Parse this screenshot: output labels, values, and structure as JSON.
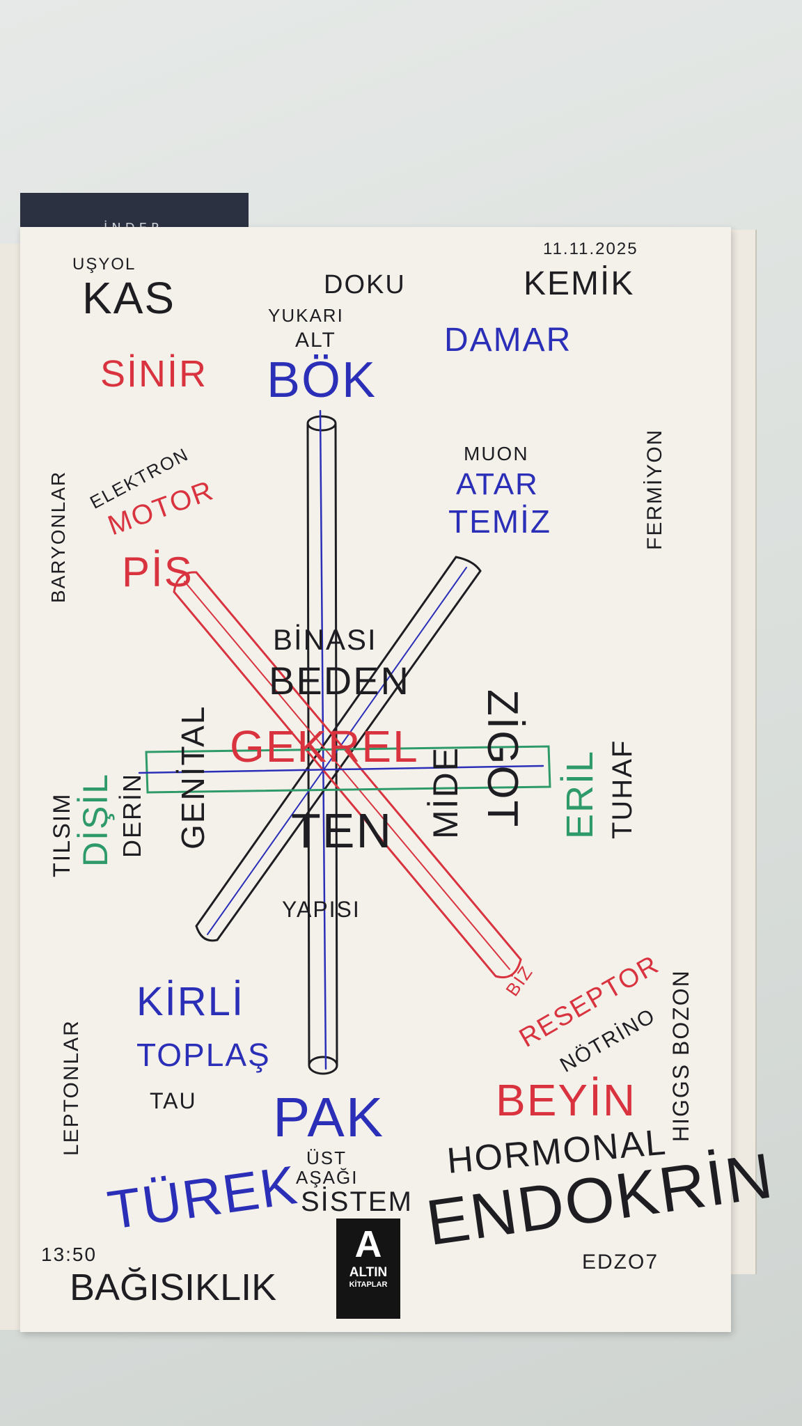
{
  "bookmark_text": "İNDER",
  "date": "11.11.2025",
  "time": "13:50",
  "words": {
    "usyol": "UŞYOL",
    "kas": "KAS",
    "doku": "DOKU",
    "kemik": "KEMİK",
    "yukari": "YUKARI",
    "alt": "ALT",
    "bok": "BÖK",
    "sinir": "SİNİR",
    "damar": "DAMAR",
    "fermiyon": "FERMİYON",
    "baryonlar": "BARYONLAR",
    "elektron": "ELEKTRON",
    "motor": "MOTOR",
    "pis": "PİS",
    "muon": "MUON",
    "atar": "ATAR",
    "temiz": "TEMİZ",
    "binasi": "BİNASI",
    "beden": "BEDEN",
    "genital": "GENİTAL",
    "gekrek": "GEKREL",
    "mide": "MİDE",
    "zigot": "ZİGOT",
    "eril": "ERİL",
    "tuhaf": "TUHAF",
    "tilsim": "TILSIM",
    "disil": "DİŞİL",
    "derin": "DERİN",
    "ten": "TEN",
    "yapisi": "YAPISI",
    "kirli": "KİRLİ",
    "toplas": "TOPLAŞ",
    "tau": "TAU",
    "leptonlar": "LEPTONLAR",
    "biz": "BİZ",
    "reseptor": "RESEPTOR",
    "notrino": "NÖTRİNO",
    "beyin": "BEYİN",
    "higgs": "HIGGS BOZON",
    "pak": "PAK",
    "ust": "ÜST",
    "asagi": "AŞAĞI",
    "sistem": "SİSTEM",
    "hormonal": "HORMONAL",
    "endokrin": "ENDOKRİN",
    "edzo": "EDZO7",
    "turek": "TÜREK",
    "bagisiklik": "BAĞISIKLIK"
  },
  "logo": {
    "line1": "ALTIN",
    "line2": "KİTAPLAR"
  },
  "colors": {
    "black_ink": "#1d1d22",
    "blue_ink": "#2b2fb8",
    "red_ink": "#d8333f",
    "green_ink": "#2e9a6a",
    "paper": "#f4f1ea"
  }
}
